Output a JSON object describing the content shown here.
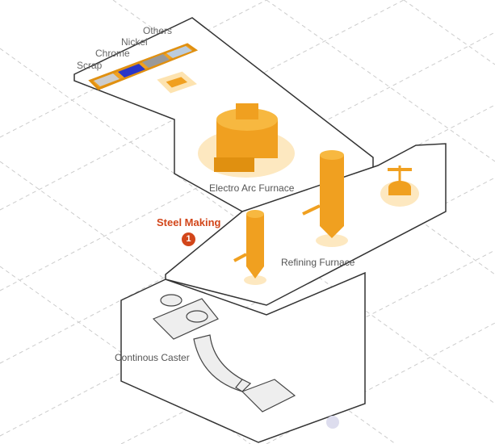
{
  "section": {
    "title": "Steel Making",
    "number": "1"
  },
  "materials": [
    "Scrap",
    "Chrome",
    "Nickel",
    "Others"
  ],
  "stations": {
    "eaf": "Electro Arc Furnace",
    "refining": "Refining Furnace",
    "caster": "Continous Caster"
  },
  "colors": {
    "accent": "#f0a020",
    "title": "#d2461a",
    "nickel": "#2a36c8"
  }
}
